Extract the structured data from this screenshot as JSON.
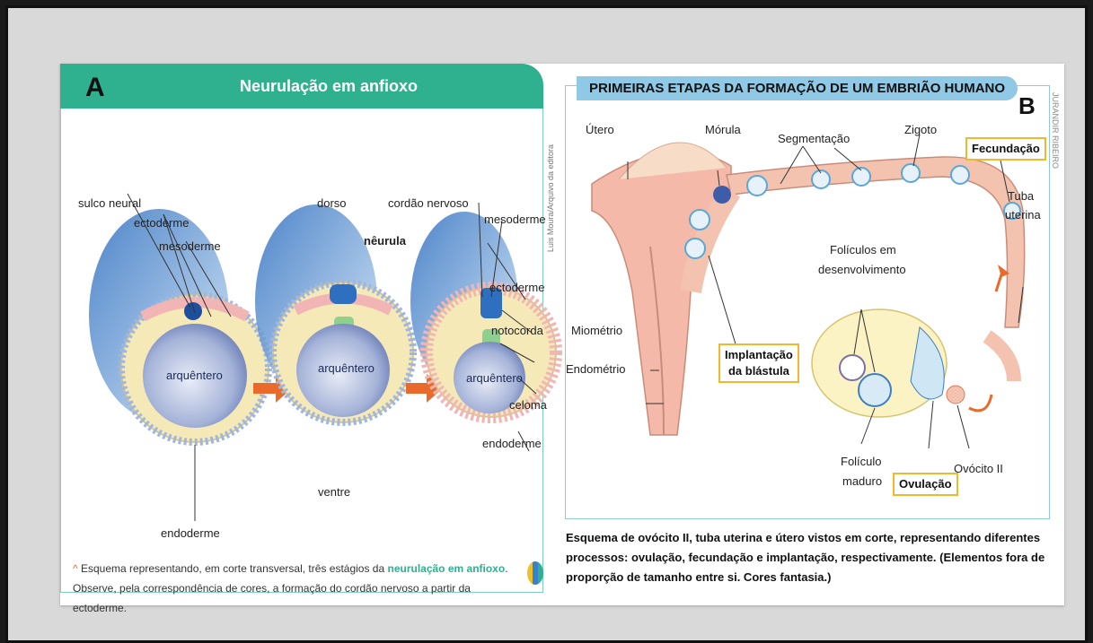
{
  "panel_a": {
    "letter": "A",
    "title": "Neurulação em anfioxo",
    "labels": {
      "sulco_neural": "sulco neural",
      "ectoderme1": "ectoderme",
      "mesoderme1": "mesoderme",
      "arquentero1": "arquêntero",
      "endoderme1": "endoderme",
      "dorso": "dorso",
      "arquentero2": "arquêntero",
      "ventre": "ventre",
      "neurula": "nêurula",
      "cordao_nervoso": "cordão nervoso",
      "mesoderme2": "mesoderme",
      "ectoderme2": "ectoderme",
      "notocorda": "notocorda",
      "arquentero3": "arquêntero",
      "celoma": "celoma",
      "endoderme2": "endoderme"
    },
    "caption": {
      "mark": "^",
      "part1": " Esquema representando, em corte transversal, três estágios da ",
      "highlight": "neurulação em anfioxo",
      "part2": ". Observe, pela correspondência de cores, a formação do cordão nervoso a partir da ectoderme."
    },
    "credit": "Luis Moura/Arquivo da editora"
  },
  "panel_b": {
    "letter": "B",
    "title": "PRIMEIRAS ETAPAS DA FORMAÇÃO DE UM EMBRIÃO HUMANO",
    "credit": "JURANDIR RIBEIRO",
    "labels": {
      "utero": "Útero",
      "morula": "Mórula",
      "segmentacao": "Segmentação",
      "zigoto": "Zigoto",
      "tuba": "Tuba",
      "uterina": "uterina",
      "foliculos1": "Folículos em",
      "foliculos2": "desenvolvimento",
      "miometrio": "Miométrio",
      "endometrio": "Endométrio",
      "foliculo1": "Folículo",
      "foliculo2": "maduro",
      "ovocito": "Ovócito II"
    },
    "boxed": {
      "fecundacao": "Fecundação",
      "implantacao1": "Implantação",
      "implantacao2": "da blástula",
      "ovulacao": "Ovulação"
    },
    "caption": "Esquema de ovócito II, tuba uterina e útero vistos em corte, representando diferentes processos: ovulação, fecundação e implantação, respectivamente. (Elementos fora de proporção de tamanho entre si. Cores fantasia.)"
  },
  "colors": {
    "teal": "#2fb08f",
    "light_blue": "#8fc9e6",
    "orange_arrow": "#e96a2a",
    "box_border": "#f0b82a"
  }
}
